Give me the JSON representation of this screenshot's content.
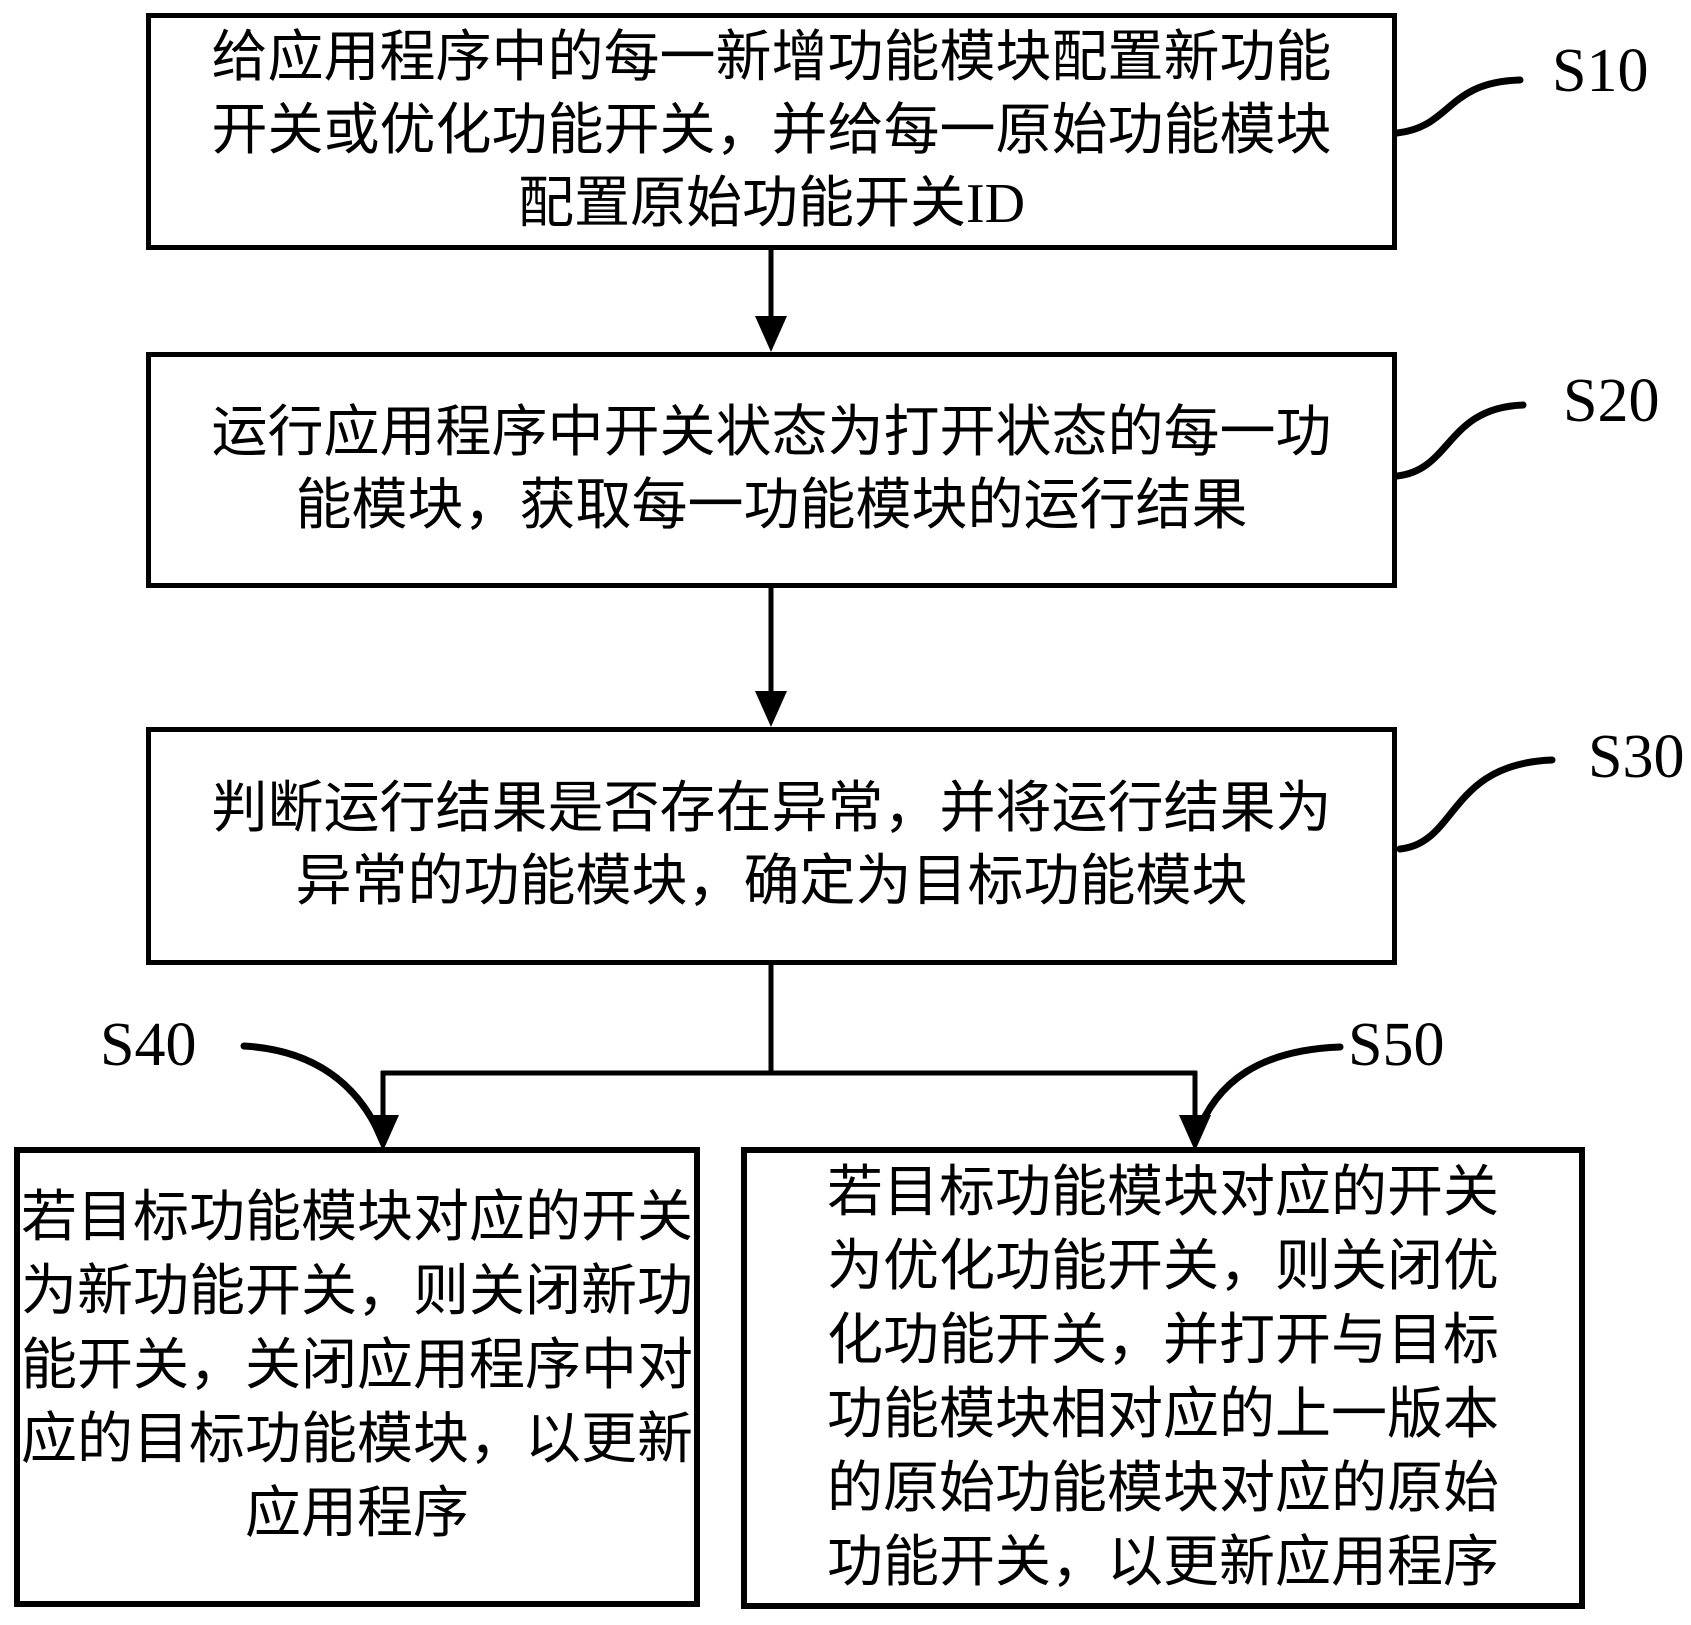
{
  "colors": {
    "ink": "#000000",
    "background": "#ffffff"
  },
  "steps": [
    {
      "label": "S10",
      "lines": [
        "给应用程序中的每一新增功能模块配置新功能",
        "开关或优化功能开关，并给每一原始功能模块",
        "配置原始功能开关ID"
      ]
    },
    {
      "label": "S20",
      "lines": [
        "运行应用程序中开关状态为打开状态的每一功",
        "能模块，获取每一功能模块的运行结果"
      ]
    },
    {
      "label": "S30",
      "lines": [
        "判断运行结果是否存在异常，并将运行结果为",
        "异常的功能模块，确定为目标功能模块"
      ]
    },
    {
      "label": "S40",
      "lines": [
        "若目标功能模块对应的开关",
        "为新功能开关，则关闭新功",
        "能开关，关闭应用程序中对",
        "应的目标功能模块，以更新",
        "应用程序"
      ]
    },
    {
      "label": "S50",
      "lines": [
        "若目标功能模块对应的开关",
        "为优化功能开关，则关闭优",
        "化功能开关，并打开与目标",
        "功能模块相对应的上一版本",
        "的原始功能模块对应的原始",
        "功能开关，以更新应用程序"
      ]
    }
  ]
}
